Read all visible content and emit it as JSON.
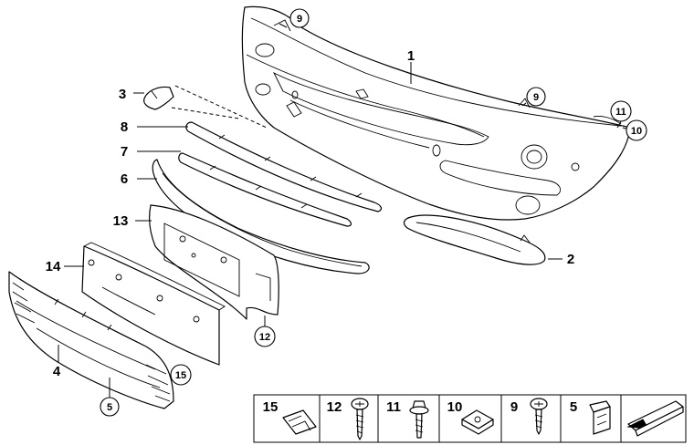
{
  "callouts": [
    {
      "id": "c1",
      "label": "1"
    },
    {
      "id": "c2",
      "label": "2"
    },
    {
      "id": "c3",
      "label": "3"
    },
    {
      "id": "c4",
      "label": "4"
    },
    {
      "id": "c5",
      "label": "5"
    },
    {
      "id": "c6",
      "label": "6"
    },
    {
      "id": "c7",
      "label": "7"
    },
    {
      "id": "c8",
      "label": "8"
    },
    {
      "id": "c9a",
      "label": "9"
    },
    {
      "id": "c9b",
      "label": "9"
    },
    {
      "id": "c10",
      "label": "10"
    },
    {
      "id": "c11",
      "label": "11"
    },
    {
      "id": "c12",
      "label": "12"
    },
    {
      "id": "c13",
      "label": "13"
    },
    {
      "id": "c14",
      "label": "14"
    },
    {
      "id": "c15",
      "label": "15"
    }
  ],
  "legend": [
    "15",
    "12",
    "11",
    "10",
    "9",
    "5"
  ]
}
